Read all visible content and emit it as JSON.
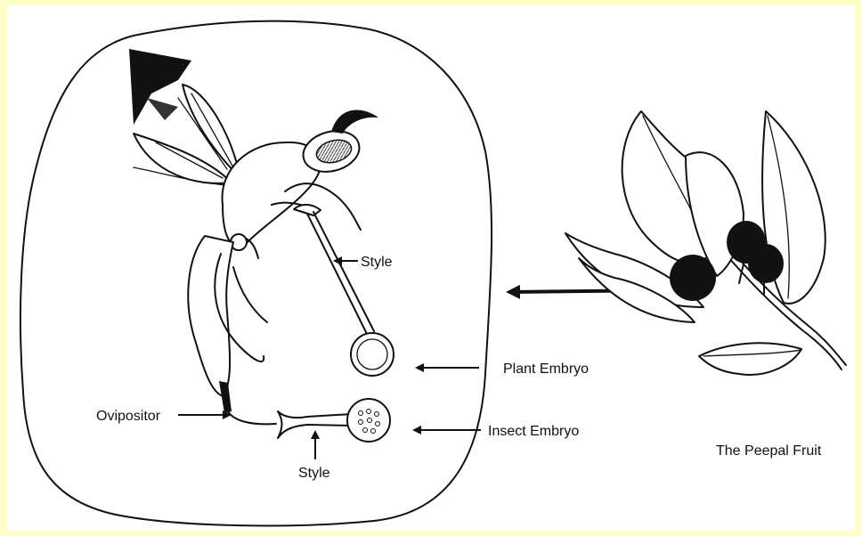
{
  "labels": {
    "style_upper": "Style",
    "plant_embryo": "Plant Embryo",
    "ovipositor": "Ovipositor",
    "insect_embryo": "Insect Embryo",
    "style_lower": "Style",
    "peepal_fruit": "The Peepal Fruit"
  },
  "colors": {
    "background": "#fefec6",
    "ink": "#111111",
    "panel": "#ffffff"
  }
}
